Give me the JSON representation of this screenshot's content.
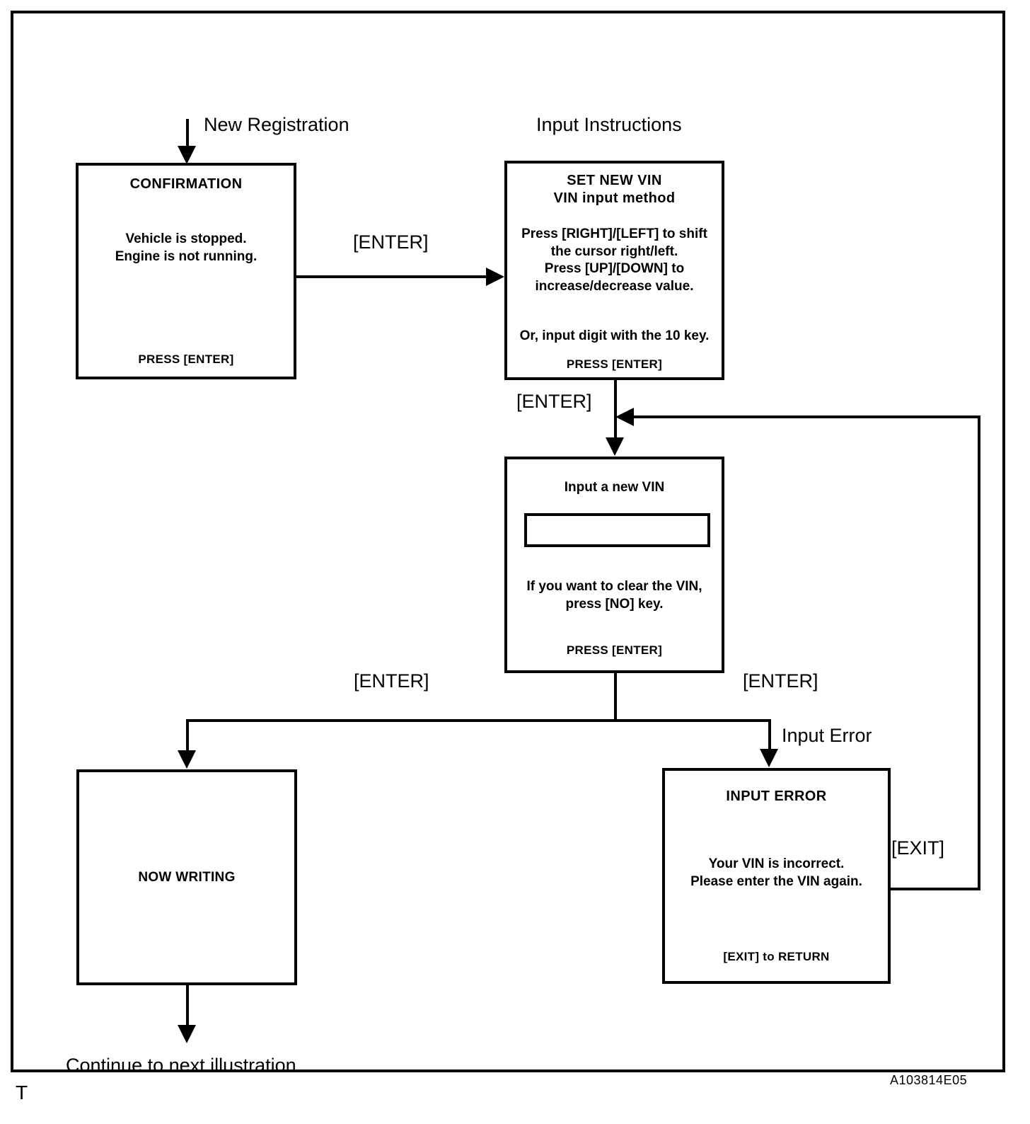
{
  "figure": {
    "corner_code": "A103814E05",
    "corner_mark": "T",
    "border_color": "#000000",
    "background_color": "#ffffff"
  },
  "annotations": {
    "new_registration": "New Registration",
    "input_instructions": "Input Instructions",
    "enter_1": "[ENTER]",
    "enter_2": "[ENTER]",
    "enter_left": "[ENTER]",
    "enter_right": "[ENTER]",
    "input_error": "Input Error",
    "exit": "[EXIT]",
    "continue_next": "Continue to next illustration"
  },
  "screens": {
    "confirmation": {
      "title": "CONFIRMATION",
      "body": "Vehicle is stopped.\nEngine is not running.",
      "footer": "PRESS [ENTER]"
    },
    "set_new_vin": {
      "title": "SET NEW VIN\nVIN input method",
      "body_1": "Press [RIGHT]/[LEFT] to shift\nthe cursor right/left.\nPress [UP]/[DOWN]  to\nincrease/decrease value.",
      "body_2": "Or, input digit with the 10 key.",
      "footer": "PRESS [ENTER]"
    },
    "input_vin": {
      "title": "Input a new VIN",
      "field_value": "",
      "body": "If you want to clear the VIN,\npress [NO] key.",
      "footer": "PRESS [ENTER]"
    },
    "now_writing": {
      "title": "NOW WRITING"
    },
    "input_error": {
      "title": "INPUT  ERROR",
      "body": "Your VIN is incorrect.\nPlease enter the VIN again.",
      "footer": "[EXIT] to RETURN"
    }
  }
}
